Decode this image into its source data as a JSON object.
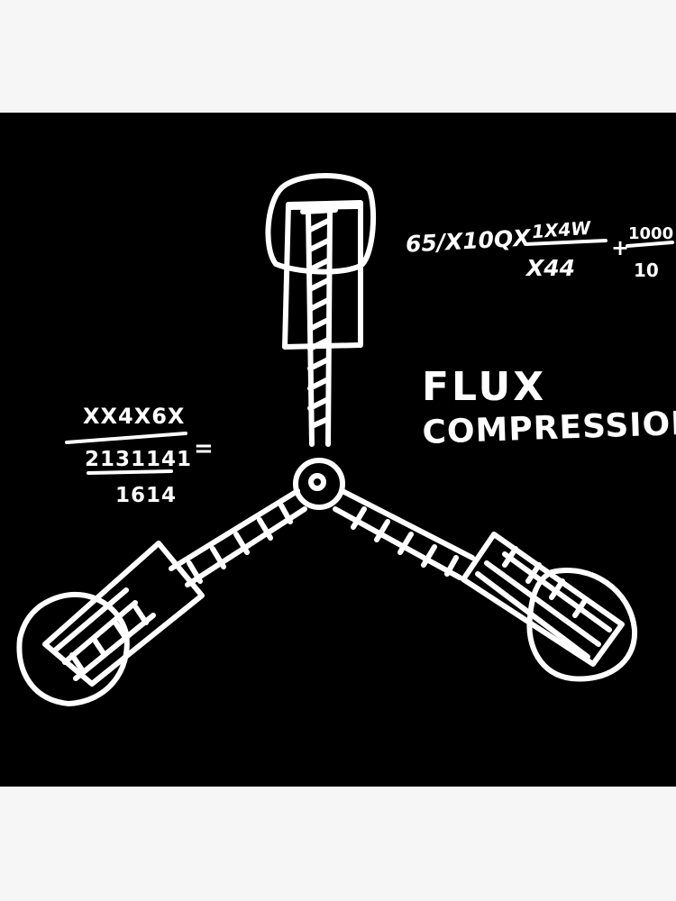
{
  "title": {
    "line1": "FLUX",
    "line2": "COMPRESSION"
  },
  "equations": {
    "top_right": {
      "term_a": "65/X10QX",
      "fraction_numerator": "1X4W",
      "fraction_denominator": "X44",
      "plus": "+",
      "second_numerator": "1000",
      "second_denominator": "10"
    },
    "left": {
      "numerator": "XX4X6X",
      "middle": "2131141",
      "equals": "=",
      "denominator": "1614"
    }
  },
  "colors": {
    "background": "#000000",
    "ink": "#ffffff",
    "page": "#f6f6f6"
  }
}
